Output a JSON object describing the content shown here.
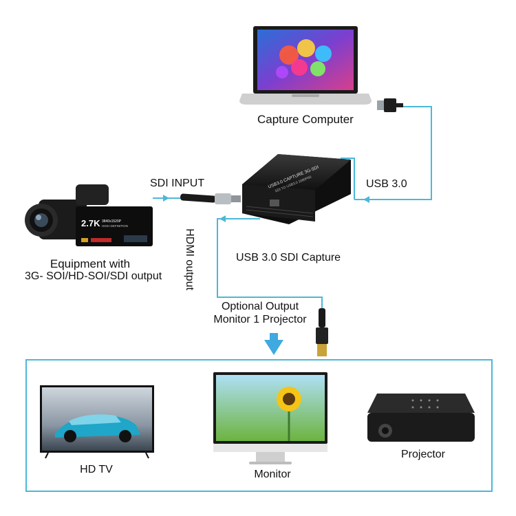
{
  "labels": {
    "capture_computer": "Capture  Computer",
    "sdi_input": "SDI  INPUT",
    "usb30": "USB 3.0",
    "hdmi_output": "HDMI output",
    "usb_sdi_capture": "USB 3.0 SDI Capture",
    "equipment_line1": "Equipment with",
    "equipment_line2": "3G- SOI/HD-SOI/SDI output",
    "optional_line1": "Optional Output",
    "optional_line2": "Monitor 1 Projector",
    "hd_tv": "HD TV",
    "monitor": "Monitor",
    "projector": "Projector"
  },
  "device_text": {
    "capture_box": "USB3.0 CAPTURE 3G-SDI",
    "capture_box_sub": "SDI TO USB3.0 1080P60",
    "camera_res": "2.7K",
    "camera_res_sub": "3840x1520P",
    "camera_hd": "HIGH DEFINITION"
  },
  "colors": {
    "line": "#4ab8d8",
    "frame": "#4ab8d8",
    "arrow_down": "#3fa9e0"
  }
}
